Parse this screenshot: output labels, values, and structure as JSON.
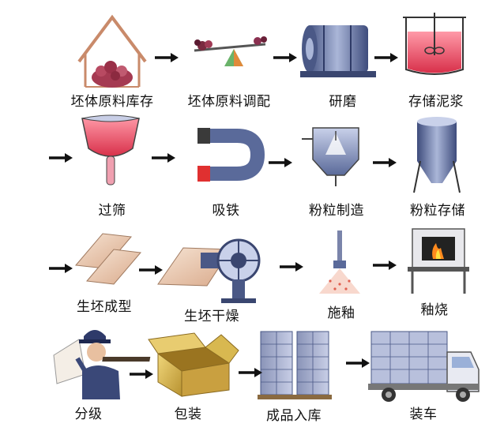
{
  "steps": [
    {
      "label": "坯体原料库存"
    },
    {
      "label": "坯体原料调配"
    },
    {
      "label": "研磨"
    },
    {
      "label": "存储泥浆"
    },
    {
      "label": "过筛"
    },
    {
      "label": "吸铁"
    },
    {
      "label": "粉粒制造"
    },
    {
      "label": "粉粒存储"
    },
    {
      "label": "生坯成型"
    },
    {
      "label": "生坯干燥"
    },
    {
      "label": "施釉"
    },
    {
      "label": "釉烧"
    },
    {
      "label": "分级"
    },
    {
      "label": "包装"
    },
    {
      "label": "成品入库"
    },
    {
      "label": "装车"
    }
  ],
  "colors": {
    "arrow": "#111111",
    "slurry": "#e8485f",
    "metal": "#5a6a9a",
    "tile": "#e8c8b0",
    "box": "#d4b24a"
  }
}
